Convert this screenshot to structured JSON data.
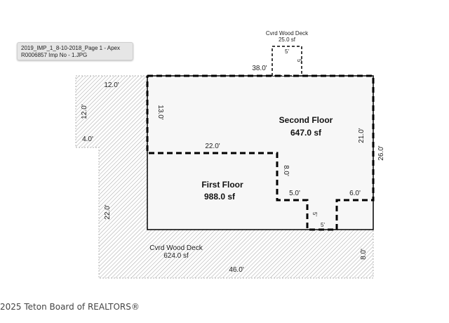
{
  "tooltip": {
    "line1": "2019_IMP_1_8-10-2018_Page 1 - Apex",
    "line2": "R0006857 Imp No - 1.JPG"
  },
  "deck_top": {
    "title": "Cvrd Wood Deck",
    "area": "25.0 sf",
    "dim_top": "5'",
    "dim_side": "5'"
  },
  "second_floor": {
    "name": "Second Floor",
    "area": "647.0 sf"
  },
  "first_floor": {
    "name": "First Floor",
    "area": "988.0 sf"
  },
  "deck_bottom": {
    "title": "Cvrd Wood Deck",
    "area": "624.0 sf"
  },
  "dims": {
    "d38": "38.0'",
    "d12a": "12.0'",
    "d12b": "12.0'",
    "d4": "4.0'",
    "d13": "13.0'",
    "d22a": "22.0'",
    "d21": "21.0'",
    "d26": "26.0'",
    "d8a": "8.0'",
    "d5": "5.0'",
    "d6": "6.0'",
    "d5v": "5'",
    "d5h": "5'",
    "d22b": "22.0'",
    "d8b": "8.0'",
    "d46": "46.0'"
  },
  "copyright": "2025 Teton Board of REALTORS®",
  "colors": {
    "hatch": "#888888",
    "outline": "#000000",
    "fill": "#f7f7f7"
  }
}
